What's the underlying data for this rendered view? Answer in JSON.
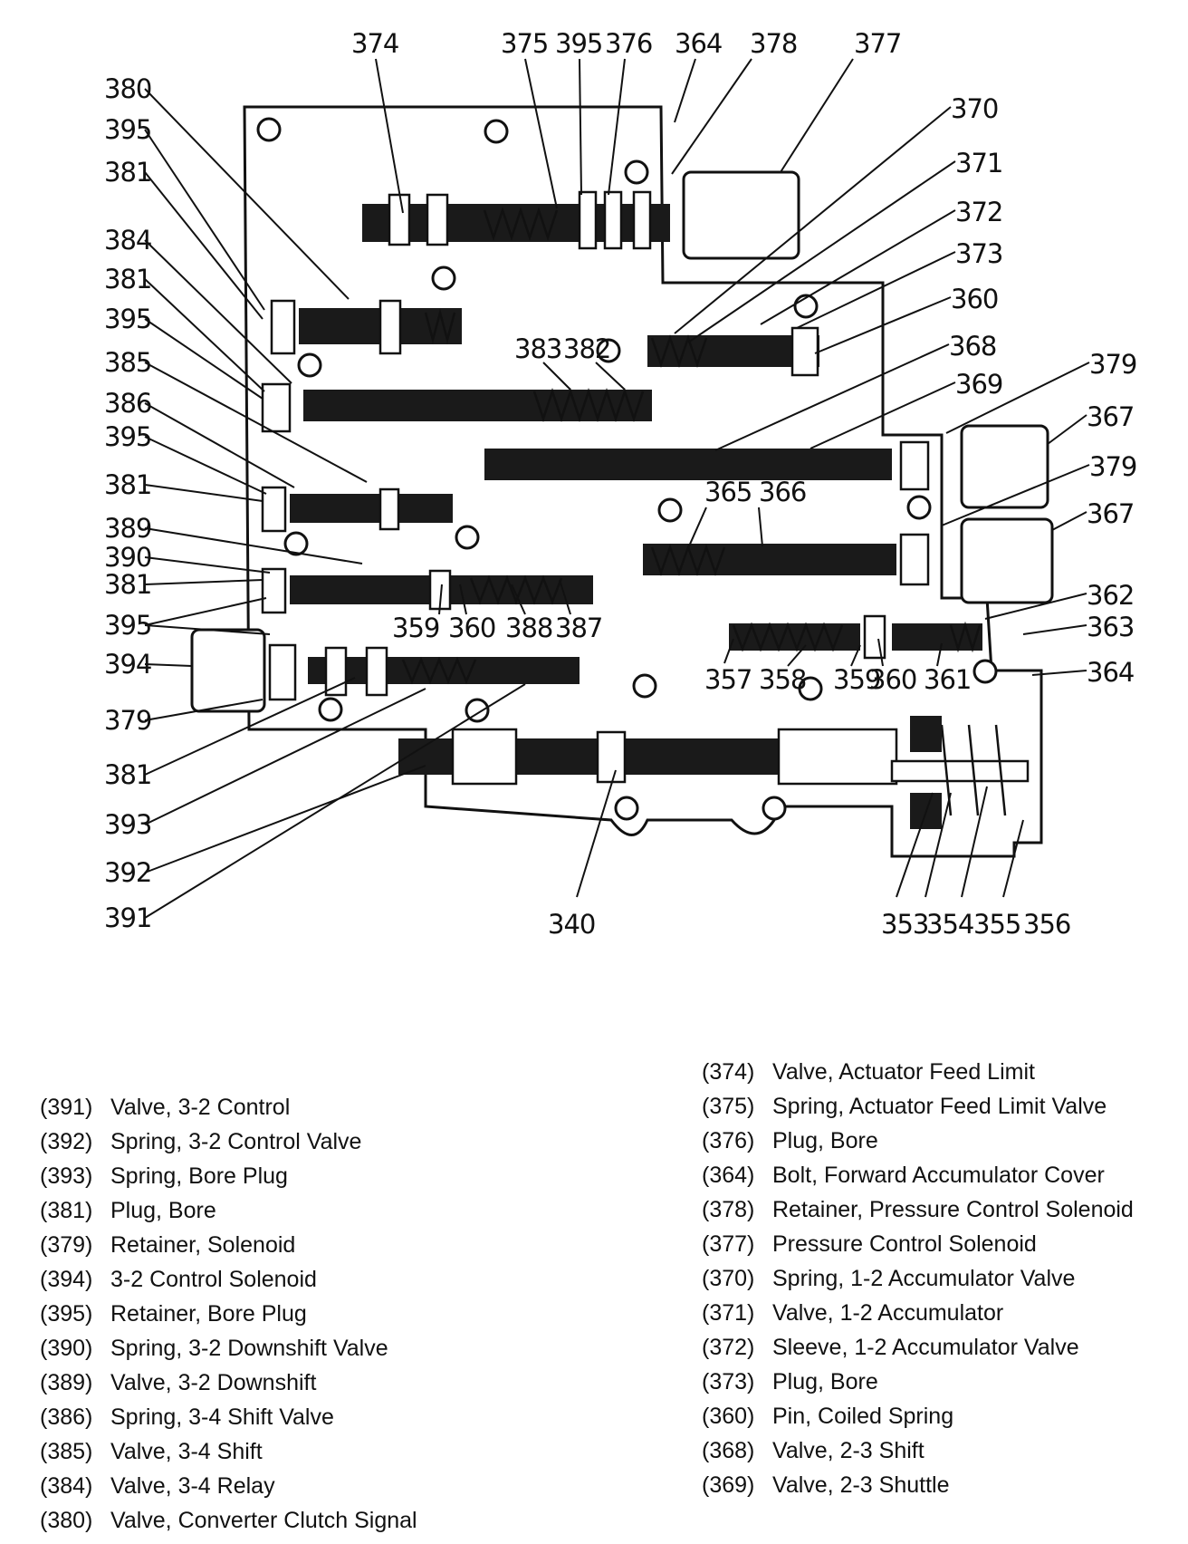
{
  "callouts": {
    "c374": "374",
    "c375": "375",
    "c395top": "395",
    "c376": "376",
    "c364top": "364",
    "c378": "378",
    "c377": "377",
    "c380": "380",
    "c395a": "395",
    "c381a": "381",
    "c384": "384",
    "c381b": "381",
    "c395b": "395",
    "c385": "385",
    "c386": "386",
    "c395c": "395",
    "c381c": "381",
    "c389": "389",
    "c390": "390",
    "c381d": "381",
    "c395d": "395",
    "c394": "394",
    "c379left": "379",
    "c381e": "381",
    "c393": "393",
    "c392": "392",
    "c391": "391",
    "c370": "370",
    "c371": "371",
    "c372": "372",
    "c373": "373",
    "c360a": "360",
    "c368": "368",
    "c369": "369",
    "c379a": "379",
    "c367a": "367",
    "c379b": "379",
    "c367b": "367",
    "c362": "362",
    "c363": "363",
    "c364right": "364",
    "c383": "383",
    "c382": "382",
    "c365": "365",
    "c366": "366",
    "c359a": "359",
    "c360b": "360",
    "c388": "388",
    "c387": "387",
    "c357": "357",
    "c358": "358",
    "c359b": "359",
    "c360c": "360",
    "c361": "361",
    "c340": "340",
    "c353": "353",
    "c354": "354",
    "c355": "355",
    "c356": "356"
  },
  "legend_left": [
    {
      "code": "(391)",
      "label": "Valve, 3-2 Control"
    },
    {
      "code": "(392)",
      "label": "Spring, 3-2 Control Valve"
    },
    {
      "code": "(393)",
      "label": "Spring, Bore Plug"
    },
    {
      "code": "(381)",
      "label": "Plug, Bore"
    },
    {
      "code": "(379)",
      "label": "Retainer, Solenoid"
    },
    {
      "code": "(394)",
      "label": "3-2 Control Solenoid"
    },
    {
      "code": "(395)",
      "label": "Retainer, Bore Plug"
    },
    {
      "code": "(390)",
      "label": "Spring, 3-2 Downshift Valve"
    },
    {
      "code": "(389)",
      "label": "Valve, 3-2 Downshift"
    },
    {
      "code": "(386)",
      "label": "Spring, 3-4 Shift Valve"
    },
    {
      "code": "(385)",
      "label": "Valve, 3-4 Shift"
    },
    {
      "code": "(384)",
      "label": "Valve, 3-4 Relay"
    },
    {
      "code": "(380)",
      "label": "Valve, Converter Clutch Signal"
    }
  ],
  "legend_right": [
    {
      "code": "(374)",
      "label": "Valve, Actuator Feed Limit"
    },
    {
      "code": "(375)",
      "label": "Spring, Actuator Feed Limit Valve"
    },
    {
      "code": "(376)",
      "label": "Plug, Bore"
    },
    {
      "code": "(364)",
      "label": "Bolt, Forward Accumulator Cover"
    },
    {
      "code": "(378)",
      "label": "Retainer, Pressure Control Solenoid"
    },
    {
      "code": "(377)",
      "label": "Pressure Control Solenoid"
    },
    {
      "code": "(370)",
      "label": "Spring, 1-2 Accumulator Valve"
    },
    {
      "code": "(371)",
      "label": "Valve, 1-2 Accumulator"
    },
    {
      "code": "(372)",
      "label": "Sleeve, 1-2 Accumulator Valve"
    },
    {
      "code": "(373)",
      "label": "Plug, Bore"
    },
    {
      "code": "(360)",
      "label": "Pin, Coiled Spring"
    },
    {
      "code": "(368)",
      "label": "Valve, 2-3 Shift"
    },
    {
      "code": "(369)",
      "label": "Valve, 2-3 Shuttle"
    }
  ]
}
